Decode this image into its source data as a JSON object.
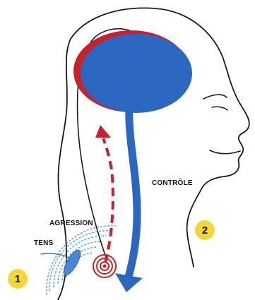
{
  "labels": {
    "controle": "CONTRÔLE",
    "agression": "AGRESSION",
    "tens": "TENS"
  },
  "badges": [
    {
      "number": "1"
    },
    {
      "number": "2"
    }
  ],
  "colors": {
    "brain_blue": "#2b66c0",
    "brain_red_edge": "#c4232b",
    "control_arrow": "#2b66c0",
    "aggression_arrow": "#c4232b",
    "tens_waves": "#5b9bd5",
    "badge_yellow": "#f2d63a",
    "outline": "#1a1a1a"
  }
}
